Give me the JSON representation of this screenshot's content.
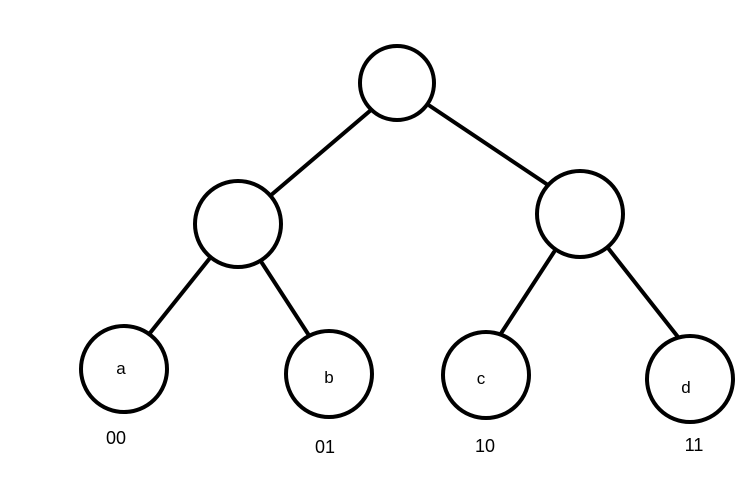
{
  "tree": {
    "leaves": [
      {
        "label": "a",
        "code": "00"
      },
      {
        "label": "b",
        "code": "01"
      },
      {
        "label": "c",
        "code": "10"
      },
      {
        "label": "d",
        "code": "11"
      }
    ]
  },
  "colors": {
    "stroke": "#000000",
    "fill": "#ffffff",
    "background": "#ffffff"
  }
}
